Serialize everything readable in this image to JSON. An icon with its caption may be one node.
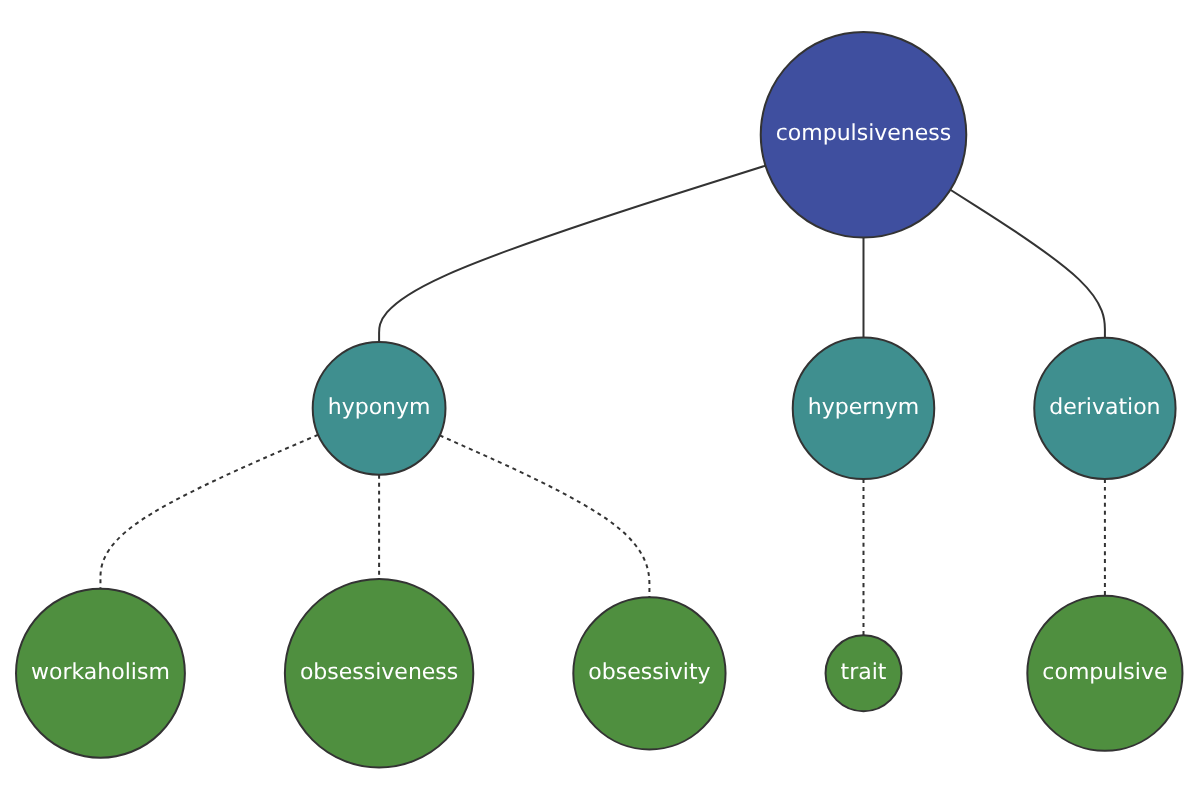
{
  "diagram": {
    "nodes": [
      {
        "text": [
          "trait"
        ]
      },
      {
        "text": [
          "workaholism"
        ]
      },
      {
        "text": [
          "obsessiveness"
        ]
      },
      {
        "text": [
          "hyponym"
        ]
      },
      {
        "text": [
          "hypernym"
        ]
      },
      {
        "text": [
          "obsessivity"
        ]
      },
      {
        "text": [
          "compulsiveness"
        ]
      },
      {
        "text": [
          "derivation"
        ]
      },
      {
        "text": [
          "compulsive"
        ]
      }
    ],
    "edges": [
      {
        "from": 6,
        "to": 3,
        "arrow": "none"
      },
      {
        "from": 6,
        "to": 4,
        "arrow": "none"
      },
      {
        "from": 6,
        "to": 7,
        "arrow": "none"
      },
      {
        "from": 3,
        "to": 1,
        "arrow": "none",
        "style": "dashed"
      },
      {
        "from": 3,
        "to": 2,
        "arrow": "none",
        "style": "dashed"
      },
      {
        "from": 3,
        "to": 5,
        "arrow": "none",
        "style": "dashed"
      },
      {
        "from": 4,
        "to": 0,
        "arrow": "none",
        "style": "dashed"
      },
      {
        "from": 7,
        "to": 8,
        "arrow": "none",
        "style": "dashed"
      }
    ]
  }
}
